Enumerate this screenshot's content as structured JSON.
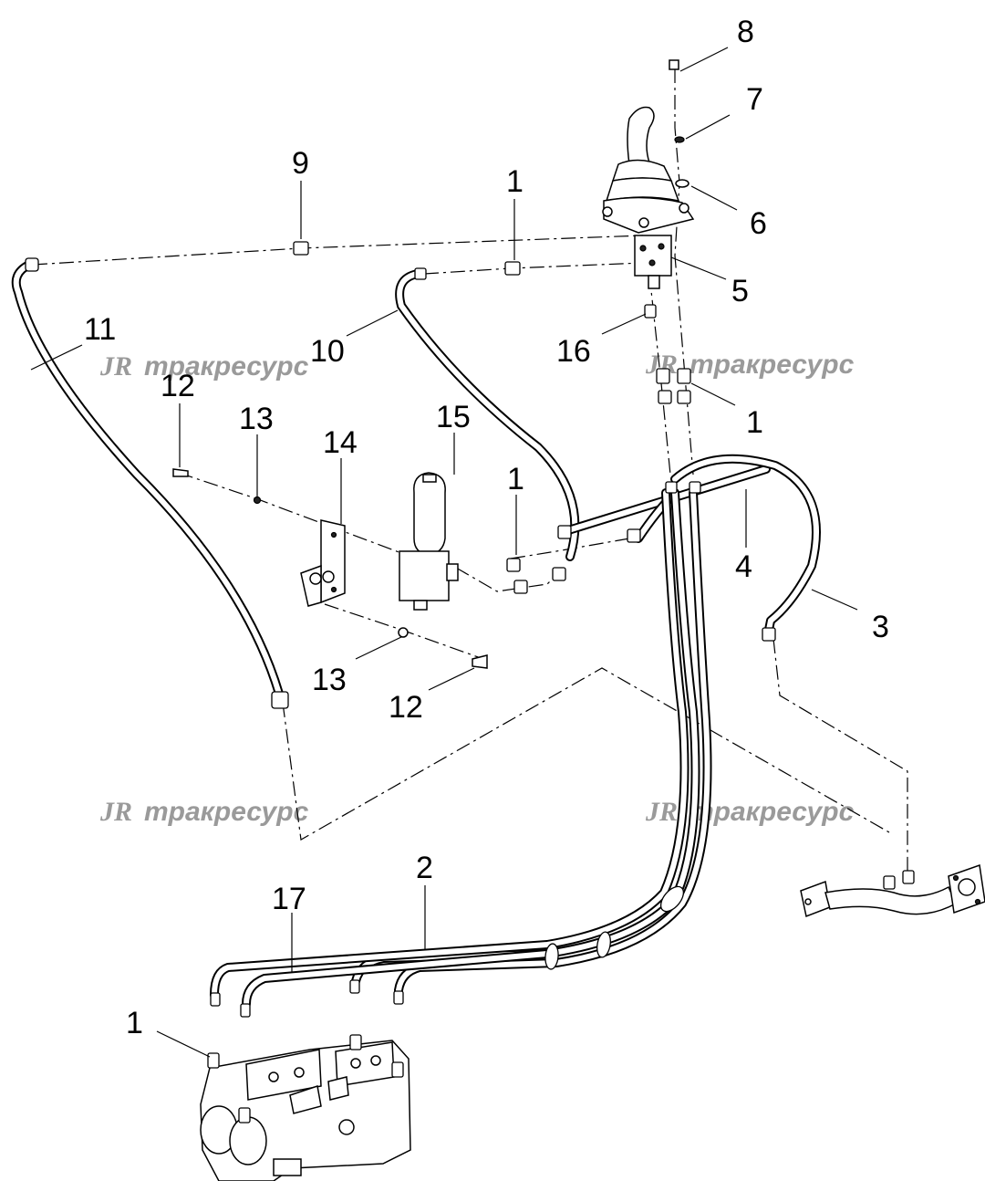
{
  "watermark": {
    "logo": "JR",
    "text": "тракресурс"
  },
  "callouts": [
    {
      "id": "c8",
      "label": "8"
    },
    {
      "id": "c7",
      "label": "7"
    },
    {
      "id": "c6",
      "label": "6"
    },
    {
      "id": "c5",
      "label": "5"
    },
    {
      "id": "c9",
      "label": "9"
    },
    {
      "id": "c1a",
      "label": "1"
    },
    {
      "id": "c11",
      "label": "11"
    },
    {
      "id": "c10",
      "label": "10"
    },
    {
      "id": "c16",
      "label": "16"
    },
    {
      "id": "c1b",
      "label": "1"
    },
    {
      "id": "c12a",
      "label": "12"
    },
    {
      "id": "c13a",
      "label": "13"
    },
    {
      "id": "c14",
      "label": "14"
    },
    {
      "id": "c15",
      "label": "15"
    },
    {
      "id": "c1c",
      "label": "1"
    },
    {
      "id": "c4",
      "label": "4"
    },
    {
      "id": "c3",
      "label": "3"
    },
    {
      "id": "c13b",
      "label": "13"
    },
    {
      "id": "c12b",
      "label": "12"
    },
    {
      "id": "c2",
      "label": "2"
    },
    {
      "id": "c17",
      "label": "17"
    },
    {
      "id": "c1d",
      "label": "1"
    }
  ]
}
